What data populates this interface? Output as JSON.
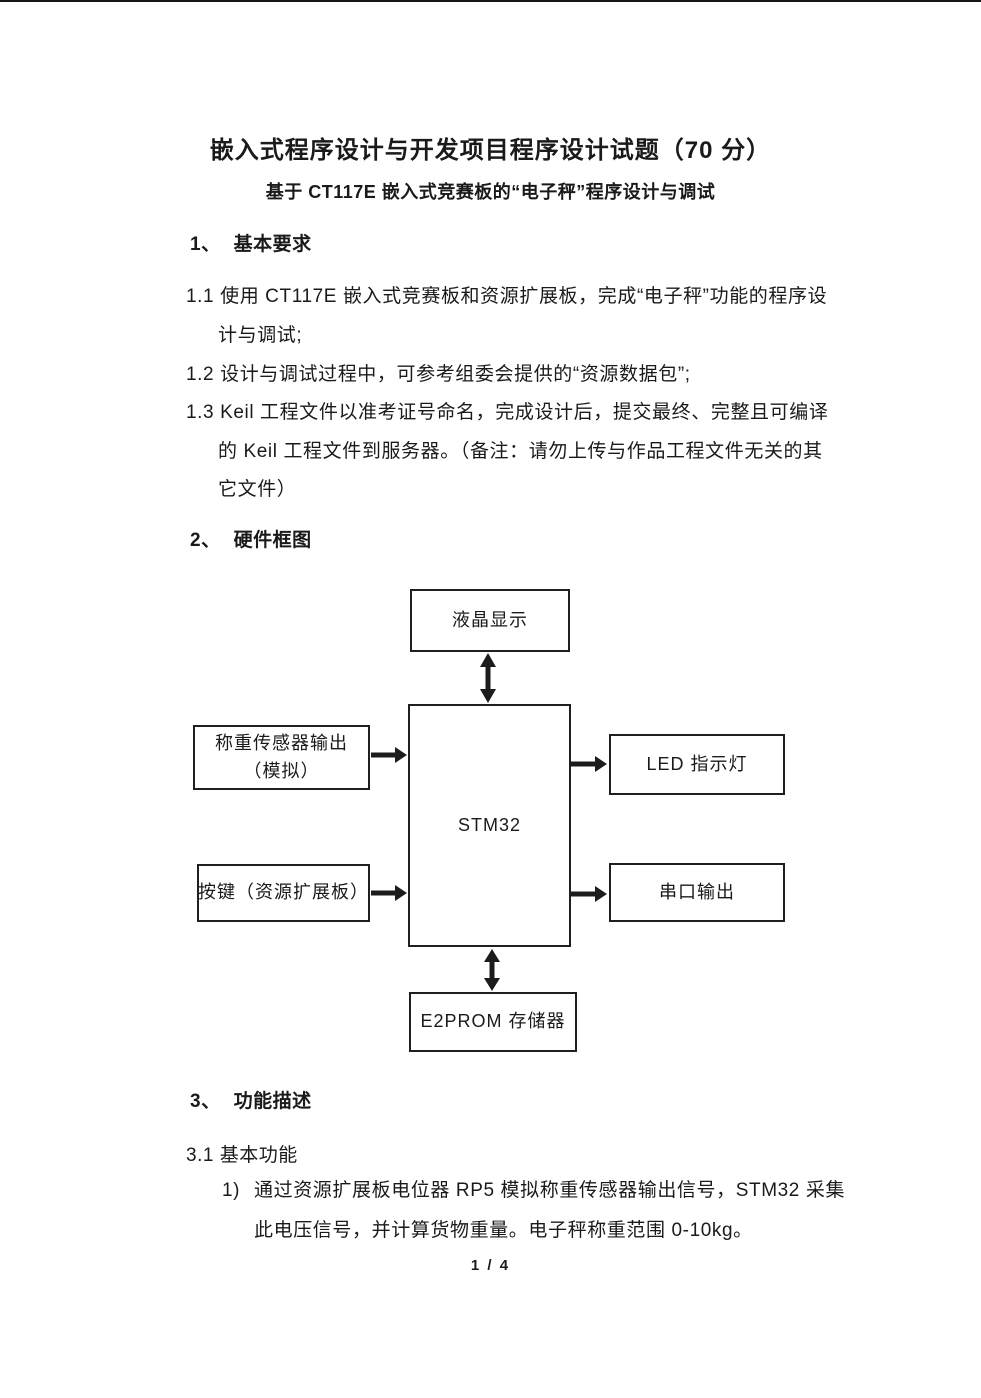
{
  "document": {
    "title": "嵌入式程序设计与开发项目程序设计试题（70 分）",
    "subtitle": "基于 CT117E 嵌入式竞赛板的“电子秤”程序设计与调试",
    "page_indicator": "1 / 4"
  },
  "section1": {
    "number": "1、",
    "title": "基本要求",
    "lines": [
      "1.1 使用 CT117E 嵌入式竞赛板和资源扩展板，完成“电子秤”功能的程序设",
      "计与调试;",
      "1.2 设计与调试过程中，可参考组委会提供的“资源数据包”;",
      "1.3 Keil 工程文件以准考证号命名，完成设计后，提交最终、完整且可编译",
      "的 Keil 工程文件到服务器。（备注：请勿上传与作品工程文件无关的其",
      "它文件）"
    ]
  },
  "section2": {
    "number": "2、",
    "title": "硬件框图",
    "blocks": {
      "lcd": "液晶显示",
      "sensor_line1": "称重传感器输出",
      "sensor_line2": "（模拟）",
      "mcu": "STM32",
      "led": "LED 指示灯",
      "keys": "按键（资源扩展板）",
      "serial": "串口输出",
      "eeprom": "E2PROM 存储器"
    },
    "connections": [
      {
        "from": "液晶显示",
        "to": "STM32",
        "type": "bidirectional"
      },
      {
        "from": "称重传感器输出（模拟）",
        "to": "STM32",
        "type": "one-way"
      },
      {
        "from": "按键（资源扩展板）",
        "to": "STM32",
        "type": "one-way"
      },
      {
        "from": "STM32",
        "to": "LED 指示灯",
        "type": "one-way"
      },
      {
        "from": "STM32",
        "to": "串口输出",
        "type": "one-way"
      },
      {
        "from": "STM32",
        "to": "E2PROM 存储器",
        "type": "bidirectional"
      }
    ]
  },
  "section3": {
    "number": "3、",
    "title": "功能描述",
    "subheading": "3.1 基本功能",
    "item1": {
      "marker": "1)",
      "line1": "通过资源扩展板电位器 RP5 模拟称重传感器输出信号，STM32 采集",
      "line2": "此电压信号，并计算货物重量。电子秤称重范围 0-10kg。"
    }
  },
  "colors": {
    "text": "#1a1a1a",
    "line": "#1f1f1f",
    "background": "#ffffff"
  }
}
